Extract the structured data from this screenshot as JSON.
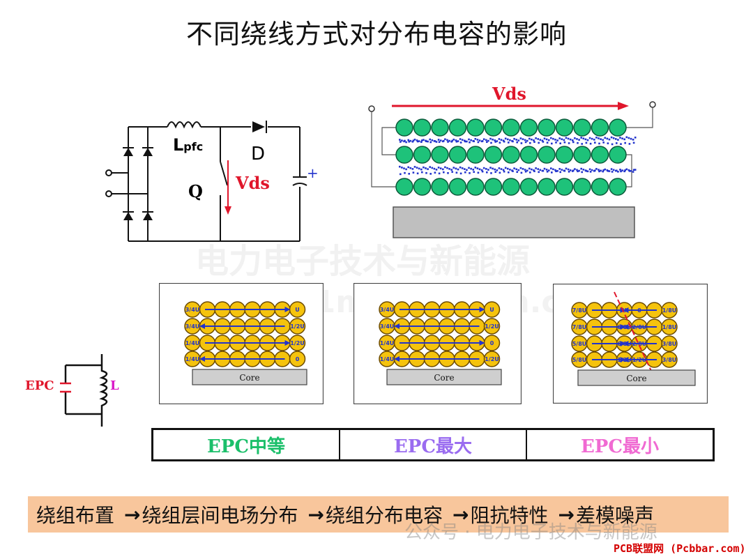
{
  "title": "不同绕线方式对分布电容的影响",
  "circuit": {
    "inductor_label": "L",
    "inductor_sub": "pfc",
    "diode_label": "D",
    "switch_label": "Q",
    "vds_label": "Vds",
    "cap_plus": "+"
  },
  "layers_diagram": {
    "vds_label": "Vds",
    "rows": 3,
    "circles_per_row": 13
  },
  "equivalent": {
    "epc_label": "EPC",
    "l_label": "L"
  },
  "windings": [
    {
      "core_label": "Core",
      "tags": [
        "3/4U",
        "U",
        "3/4U",
        "1/2U",
        "1/4U",
        "1/2U",
        "1/4U",
        "0"
      ]
    },
    {
      "core_label": "Core",
      "tags": [
        "3/4U",
        "U",
        "3/4U",
        "1/2U",
        "1/4U",
        "0",
        "1/4U",
        "1/2U"
      ]
    },
    {
      "core_label": "Core",
      "tags": [
        "7/8U",
        "U",
        "0",
        "1/8U",
        "7/8U",
        "6/8U",
        "2/8U",
        "1/8U",
        "5/8U",
        "6/8U",
        "2/8U",
        "3/8U",
        "5/8U",
        "1/2U",
        "1/2U",
        "3/8U"
      ]
    }
  ],
  "table": [
    {
      "label": "EPC中等",
      "color": "#1bbf6a"
    },
    {
      "label": "EPC最大",
      "color": "#9a6cf0"
    },
    {
      "label": "EPC最小",
      "color": "#f06ad2"
    }
  ],
  "flow": {
    "steps": [
      "绕组布置",
      "绕组层间电场分布",
      "绕组分布电容",
      "阻抗特性",
      "差模噪声"
    ],
    "arrow": "→"
  },
  "watermarks": {
    "main": "电力电子技术与新能源",
    "secondary": "21microsmith.com",
    "footer": "公众号 · 电力电子技术与新能源",
    "source": "PCB联盟网 (Pcbbar.com)"
  },
  "colors": {
    "red": "#e0162b",
    "circle_green": "#1ec27a",
    "circle_yellow": "#f5c30d",
    "blue": "#2233cc"
  }
}
